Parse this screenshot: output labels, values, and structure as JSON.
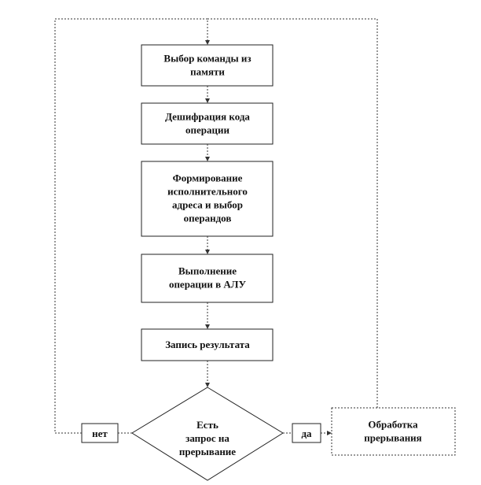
{
  "flowchart": {
    "steps": [
      {
        "id": "fetch",
        "lines": [
          "Выбор команды из",
          "памяти"
        ]
      },
      {
        "id": "decode",
        "lines": [
          "Дешифрация кода",
          "операции"
        ]
      },
      {
        "id": "address",
        "lines": [
          "Формирование",
          "исполнительного",
          "адреса и выбор",
          "операндов"
        ]
      },
      {
        "id": "execute",
        "lines": [
          "Выполнение",
          "операции в АЛУ"
        ]
      },
      {
        "id": "write",
        "lines": [
          "Запись результата"
        ]
      }
    ],
    "decision": {
      "lines": [
        "Есть",
        "запрос на",
        "прерывание"
      ]
    },
    "branch_no": "нет",
    "branch_yes": "да",
    "interrupt": {
      "lines": [
        "Обработка",
        "прерывания"
      ]
    }
  }
}
